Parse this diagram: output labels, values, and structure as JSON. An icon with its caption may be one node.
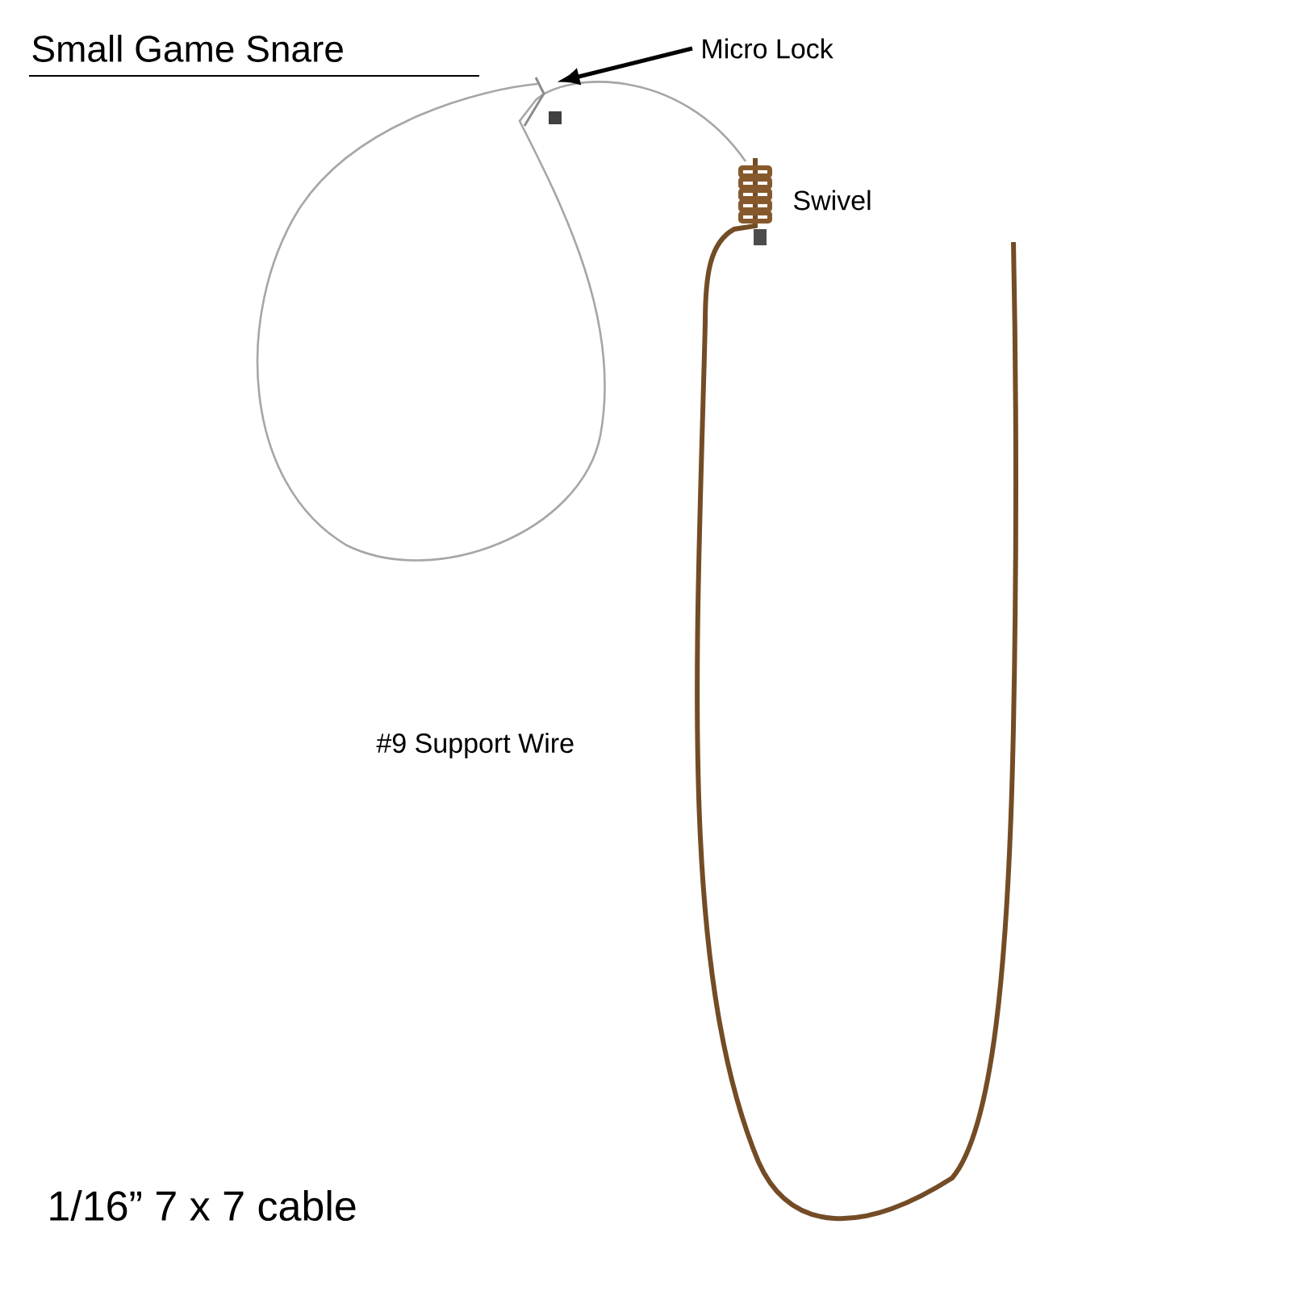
{
  "diagram": {
    "title": "Small Game Snare",
    "nodes": [
      {
        "text": [
          "Micro Lock"
        ]
      },
      {
        "text": [],
        "shape": "picture"
      }
    ],
    "edges": [
      {
        "from": 0,
        "to": 1,
        "arrow": "to"
      }
    ],
    "labels": [
      "Swivel",
      "#9 Support Wire",
      "1/16” 7 x 7 cable"
    ]
  }
}
